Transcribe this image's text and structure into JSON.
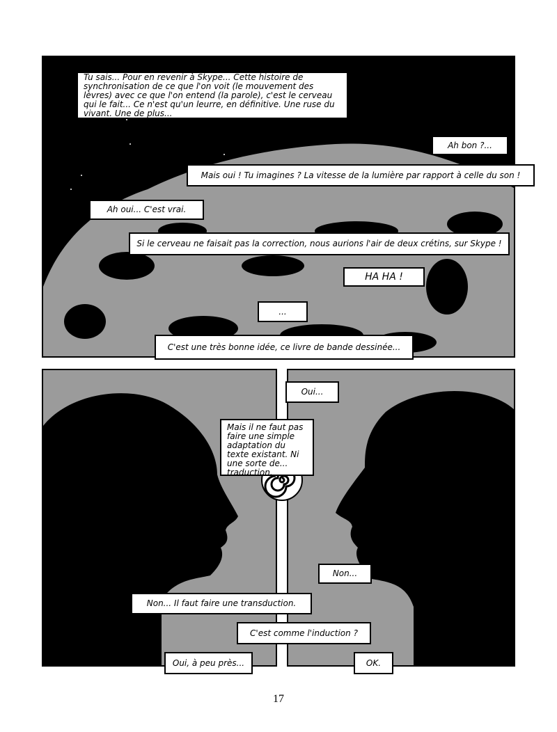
{
  "top_panel": {
    "captions": [
      "Tu sais... Pour en revenir à Skype... Cette histoire de synchronisation de ce que l'on voit (le mouvement des lèvres) avec ce que l'on entend (la parole), c'est le cerveau qui le fait... Ce n'est qu'un leurre, en définitive. Une ruse du vivant. Une de plus...",
      "Ah bon ?...",
      "Mais oui ! Tu imagines ? La vitesse de la lumière par rapport à celle du son !",
      "Ah oui... C'est vrai.",
      "Si le cerveau ne faisait pas la correction, nous aurions l'air de deux crétins, sur Skype !",
      "HA HA !",
      "...",
      "C'est une très bonne idée, ce livre de bande dessinée..."
    ]
  },
  "bottom_panels": {
    "bubbles": [
      "Oui...",
      "Mais il ne faut pas faire une simple adaptation du texte existant. Ni une sorte de... traduction.",
      "Non...",
      "Non... Il faut faire une transduction.",
      "C'est comme l'induction ?",
      "Oui, à peu près...",
      "OK."
    ]
  },
  "page_number": "17",
  "colors": {
    "gray": "#9b9b9b",
    "black": "#000000"
  }
}
